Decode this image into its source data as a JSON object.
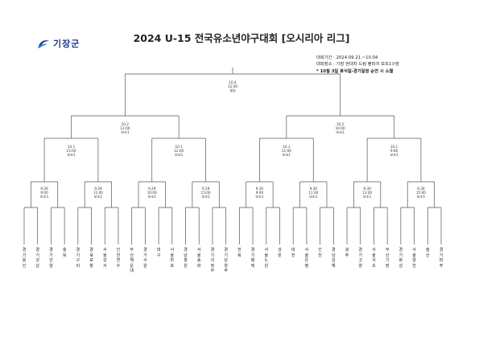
{
  "brand": {
    "logo_text": "기장군",
    "accent": "#1a3b8f"
  },
  "title": "2024 U-15 전국유소년야구대회 [오시리아 리그]",
  "info": {
    "period": "대회기간 : 2024.09.21.~10.04",
    "venue": "대회장소 : 기장 현대차 드림 볼파크 보조1구장",
    "note": "* 10월 3일 휴식일-경기일정 순연 시 소멸"
  },
  "final": {
    "date": "10.4",
    "time": "12:00",
    "field": "결승"
  },
  "semis": [
    {
      "date": "10.2",
      "time": "12:00",
      "field": "보조1"
    },
    {
      "date": "10.2",
      "time": "10:00",
      "field": "보조1"
    }
  ],
  "quarters": [
    {
      "date": "10.1",
      "time": "15:00",
      "field": "보조1"
    },
    {
      "date": "10.1",
      "time": "12:00",
      "field": "보조1"
    },
    {
      "date": "10.1",
      "time": "11:00",
      "field": "보조1"
    },
    {
      "date": "10.1",
      "time": "9:00",
      "field": "보조1"
    }
  ],
  "r16": [
    {
      "date": "9.29",
      "time": "9:00",
      "field": "보조1"
    },
    {
      "date": "9.29",
      "time": "11:00",
      "field": "보조1"
    },
    {
      "date": "9.29",
      "time": "10:00",
      "field": "보조1"
    },
    {
      "date": "9.29",
      "time": "15:00",
      "field": "보조1"
    },
    {
      "date": "9.30",
      "time": "9:00",
      "field": "보조1"
    },
    {
      "date": "9.30",
      "time": "11:00",
      "field": "보조1"
    },
    {
      "date": "9.30",
      "time": "13:00",
      "field": "보조1"
    },
    {
      "date": "9.30",
      "time": "15:00",
      "field": "보조1"
    }
  ],
  "teams": [
    "경기 용인",
    "경기 성남",
    "경기 안양",
    "충북",
    "경기 구리",
    "경북 포항",
    "서울 강서",
    "인천 연수",
    "부산 해운대",
    "경기 수원",
    "대구",
    "서울 마포",
    "경남 창원",
    "서울 송파",
    "경기 의정부",
    "경기 남양주",
    "전북",
    "경기 평택",
    "서울 노원",
    "강원",
    "대전",
    "서울 은평",
    "인천",
    "경남 김해",
    "광주",
    "경기 고양",
    "서울 서초",
    "부산 기장",
    "경기 화성",
    "서울 양천",
    "울산",
    "경기 파주"
  ]
}
